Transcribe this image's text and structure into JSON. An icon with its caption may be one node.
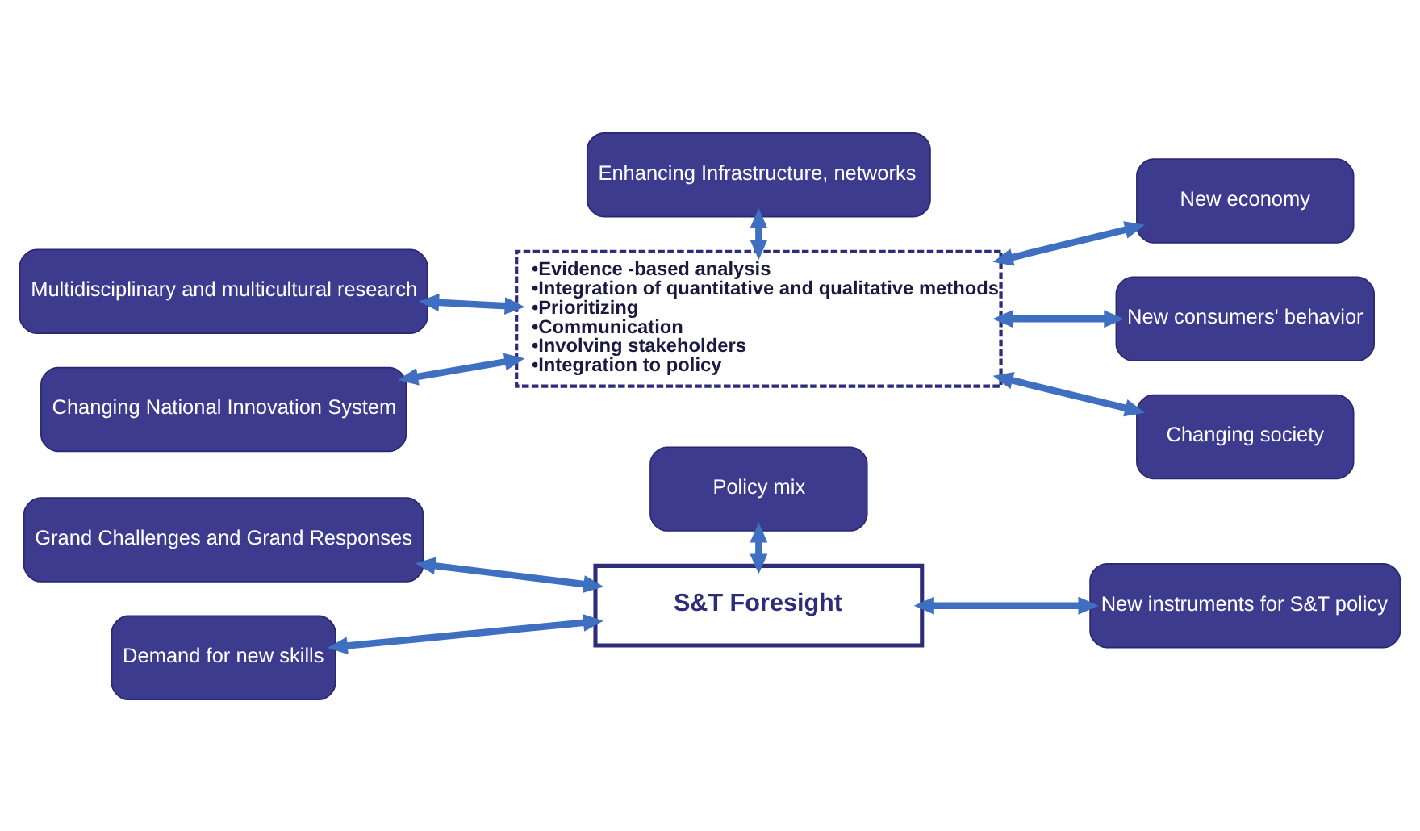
{
  "diagram": {
    "nodes": [
      {
        "text": [
          "S&T Foresight"
        ]
      },
      {
        "text": [
          "•Evidence -based analysis",
          "•Integration of quantitative and qualitative methods",
          "•Prioritizing",
          "•Communication",
          "•Involving stakeholders",
          "•Integration to policy"
        ]
      },
      {
        "text": [
          "Policy mix"
        ]
      },
      {
        "text": [
          "Enhancing Infrastructure, networks"
        ]
      },
      {
        "text": [
          "Grand Challenges and Grand Responses"
        ]
      },
      {
        "text": [
          "Demand for new skills"
        ]
      },
      {
        "text": [
          "Multidisciplinary and multicultural research"
        ]
      },
      {
        "text": [
          "Changing National Innovation System"
        ]
      },
      {
        "text": [
          "New instruments for S&T policy"
        ]
      },
      {
        "text": [
          "New economy"
        ]
      },
      {
        "text": [
          "New consumers' behavior"
        ]
      },
      {
        "text": [
          "Changing society"
        ]
      }
    ],
    "edges": [
      {
        "from": 4,
        "to": 0,
        "arrow": "both"
      },
      {
        "from": 5,
        "to": 0,
        "arrow": "both"
      },
      {
        "from": 6,
        "to": 1,
        "arrow": "both"
      },
      {
        "from": 7,
        "to": 1,
        "arrow": "both"
      },
      {
        "from": 2,
        "to": 0,
        "arrow": "both"
      },
      {
        "from": 3,
        "to": 1,
        "arrow": "both"
      },
      {
        "from": 0,
        "to": 8,
        "arrow": "both"
      },
      {
        "from": 1,
        "to": 9,
        "arrow": "both"
      },
      {
        "from": 1,
        "to": 10,
        "arrow": "both"
      },
      {
        "from": 1,
        "to": 11,
        "arrow": "both"
      }
    ]
  }
}
